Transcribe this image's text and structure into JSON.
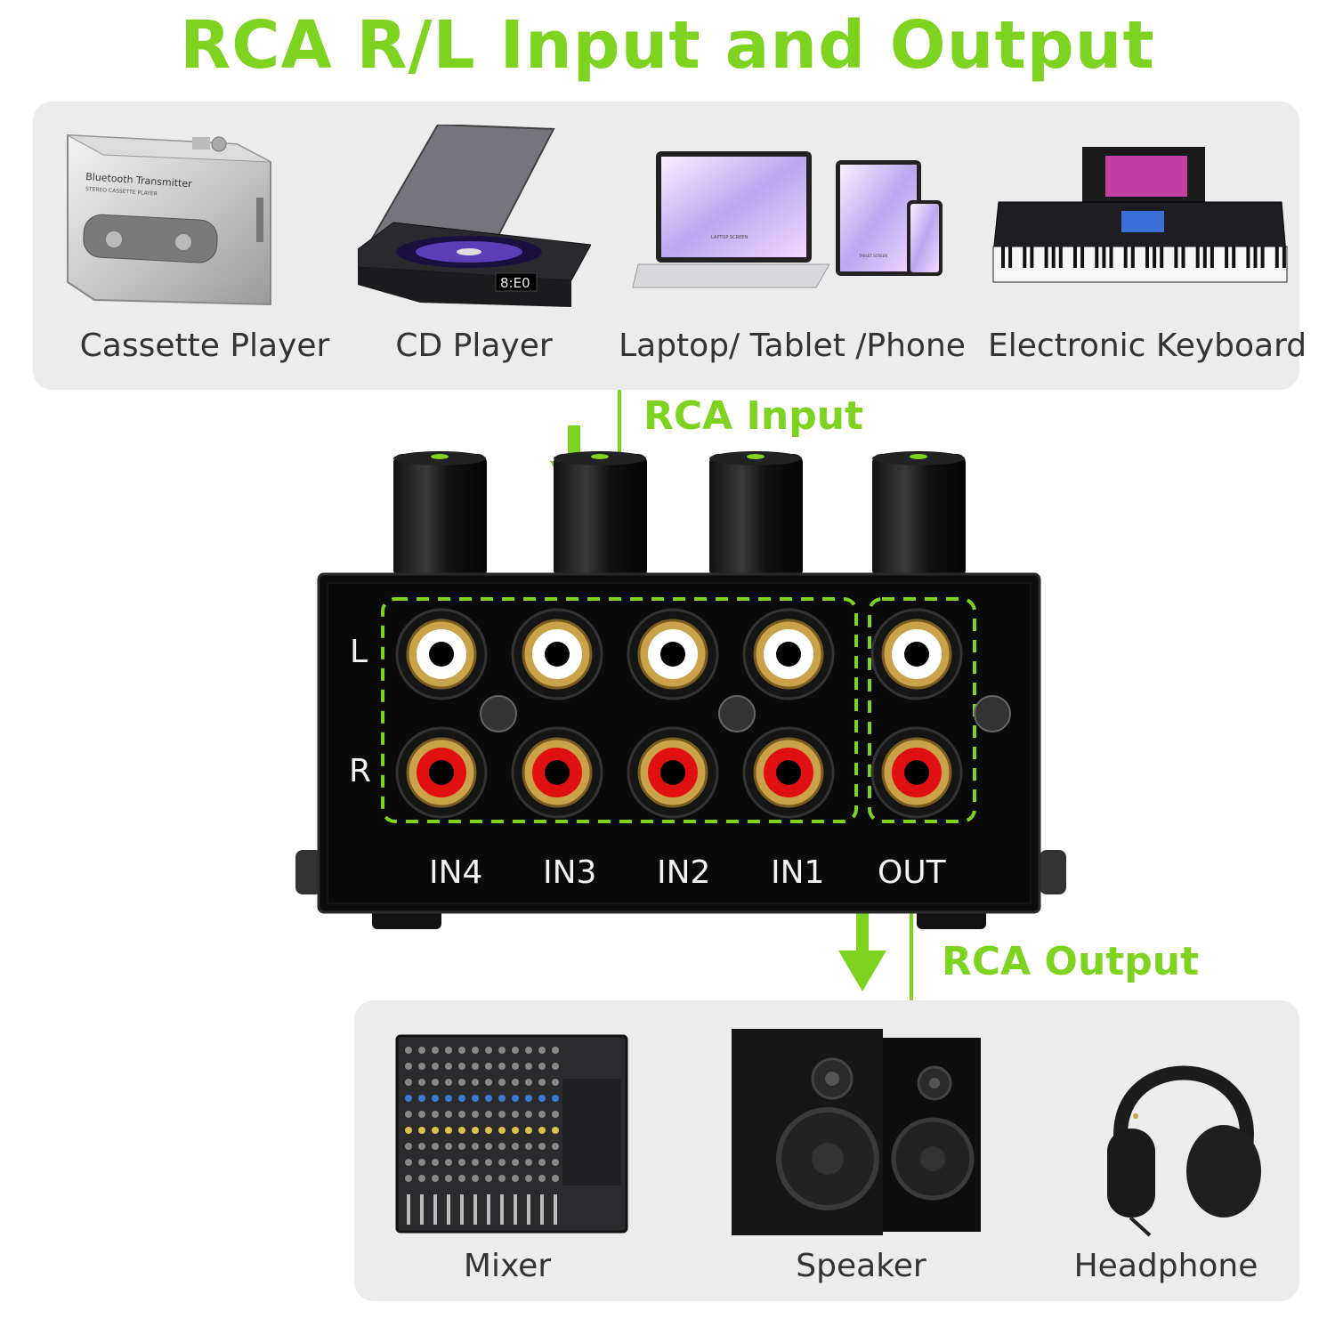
{
  "title": "RCA R/L Input and Output",
  "input_sources": [
    {
      "label": "Cassette Player",
      "icon": "cassette-player-icon"
    },
    {
      "label": "CD Player",
      "icon": "cd-player-icon"
    },
    {
      "label": "Laptop/ Tablet /Phone",
      "icon": "laptop-tablet-phone-icon"
    },
    {
      "label": "Electronic Keyboard",
      "icon": "electronic-keyboard-icon"
    }
  ],
  "rca_input_label": "RCA Input",
  "rca_output_label": "RCA Output",
  "device": {
    "row_labels": {
      "left": "L",
      "right": "R"
    },
    "ports": [
      "IN4",
      "IN3",
      "IN2",
      "IN1",
      "OUT"
    ],
    "cassette_text": "Bluetooth Transmitter",
    "cassette_subtext": "STEREO CASSETTE PLAYER",
    "cd_display": "8:E0",
    "laptop_screen_text": "LAPTOP SCREEN",
    "tablet_screen_text": "TABLET SCREEN"
  },
  "output_devices": [
    {
      "label": "Mixer",
      "icon": "mixer-icon"
    },
    {
      "label": "Speaker",
      "icon": "speaker-icon"
    },
    {
      "label": "Headphone",
      "icon": "headphone-icon"
    }
  ],
  "colors": {
    "accent": "#7ed321",
    "panel": "#ececec",
    "device_body": "#0c0c0c",
    "rca_left": "#ffffff",
    "rca_right": "#e01010",
    "gold": "#c9a24a"
  }
}
